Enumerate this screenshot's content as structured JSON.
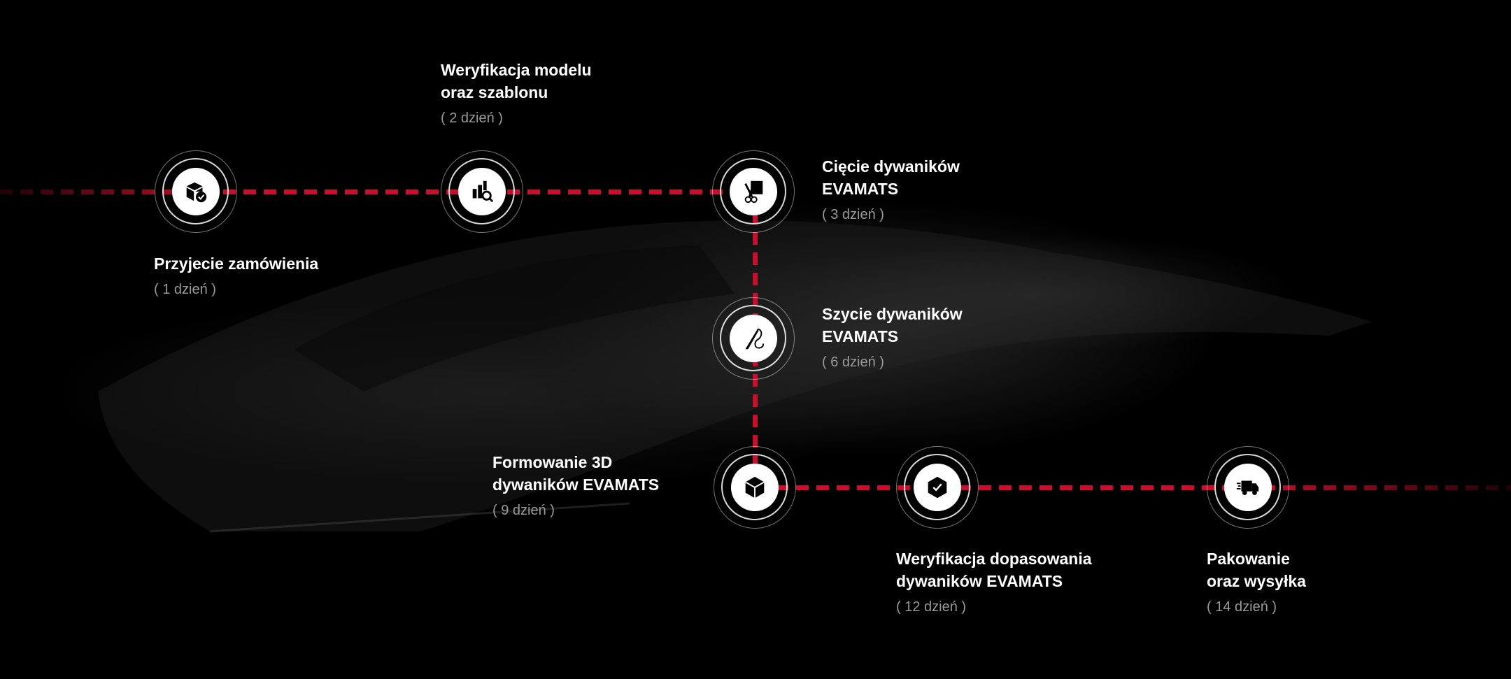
{
  "accent_color": "#c8102e",
  "steps": [
    {
      "title_lines": [
        "Przyjecie zamówienia"
      ],
      "duration": "( 1 dzień )",
      "icon": "package-check-icon"
    },
    {
      "title_lines": [
        "Weryfikacja modelu",
        "oraz szablonu"
      ],
      "duration": "( 2 dzień )",
      "icon": "chart-search-icon"
    },
    {
      "title_lines": [
        "Cięcie dywaników",
        "EVAMATS"
      ],
      "duration": "( 3 dzień )",
      "icon": "scissors-icon"
    },
    {
      "title_lines": [
        "Szycie dywaników",
        "EVAMATS"
      ],
      "duration": "( 6 dzień )",
      "icon": "needle-thread-icon"
    },
    {
      "title_lines": [
        "Formowanie 3D",
        "dywaników EVAMATS"
      ],
      "duration": "( 9 dzień )",
      "icon": "cube-icon"
    },
    {
      "title_lines": [
        "Weryfikacja dopasowania",
        "dywaników EVAMATS"
      ],
      "duration": "( 12 dzień )",
      "icon": "shield-check-icon"
    },
    {
      "title_lines": [
        "Pakowanie",
        "oraz wysyłka"
      ],
      "duration": "( 14 dzień )",
      "icon": "delivery-truck-icon"
    }
  ]
}
